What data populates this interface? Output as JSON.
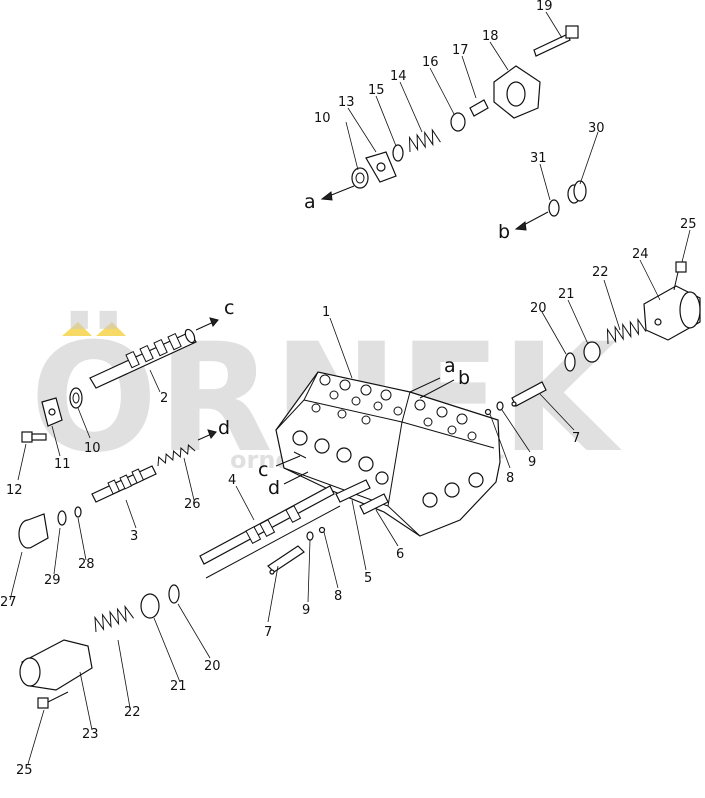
{
  "watermark": {
    "brand": "ÖRNEK",
    "url": "ornekmakina.com.tr",
    "accent": "#f2c200"
  },
  "part_numbers": [
    "1",
    "2",
    "3",
    "4",
    "5",
    "6",
    "7",
    "7",
    "8",
    "8",
    "9",
    "9",
    "10",
    "10",
    "11",
    "12",
    "13",
    "14",
    "15",
    "16",
    "17",
    "18",
    "19",
    "20",
    "20",
    "21",
    "21",
    "22",
    "22",
    "23",
    "24",
    "25",
    "25",
    "26",
    "27",
    "28",
    "29",
    "30",
    "31"
  ],
  "flow_letters": [
    "a",
    "b",
    "c",
    "d",
    "a",
    "b",
    "c",
    "d"
  ]
}
